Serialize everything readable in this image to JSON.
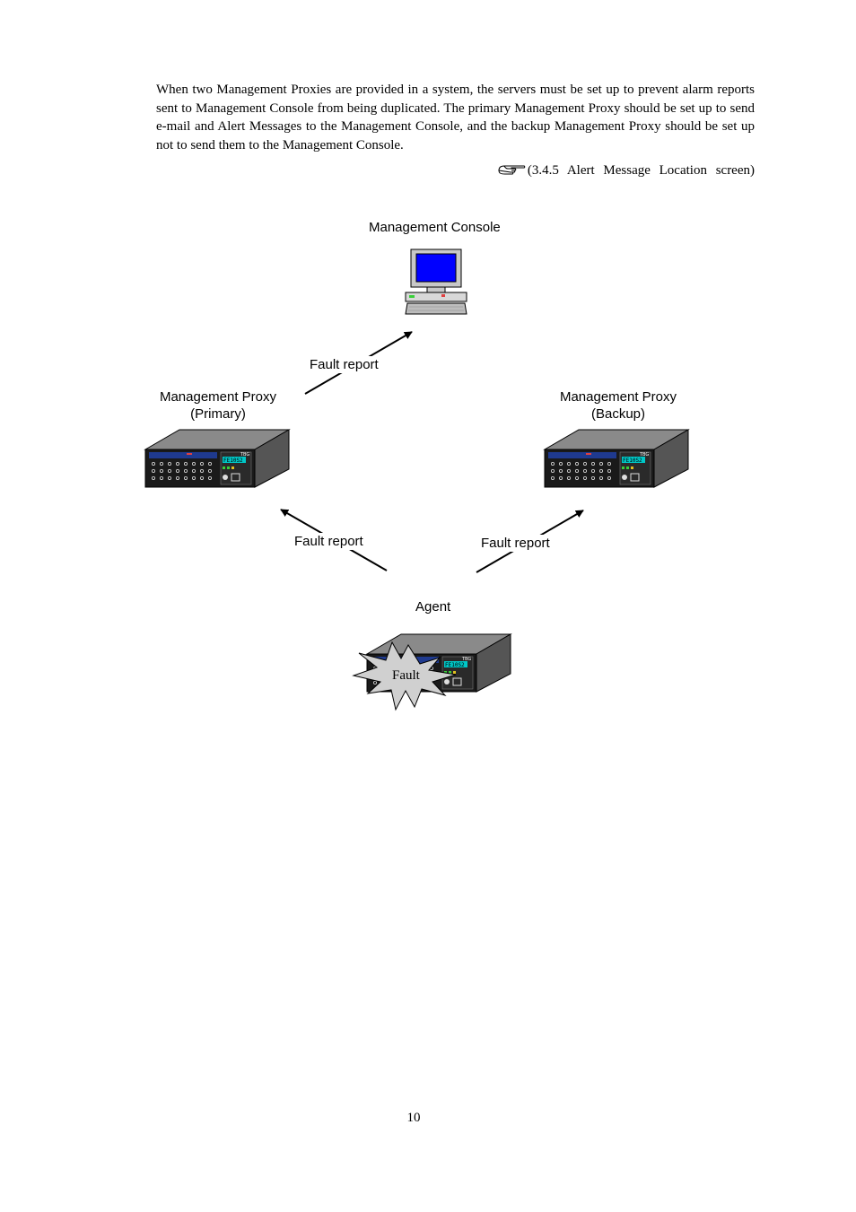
{
  "document": {
    "paragraph": "When two Management Proxies are provided in a system, the servers must be set up to prevent alarm reports sent to Management Console from being duplicated.    The primary Management Proxy should be set up to send e-mail and Alert Messages to the Management Console, and the backup Management Proxy should be set up not to send them to the Management Console.",
    "reference": "(3.4.5 Alert Message Location screen)",
    "page_number": "10"
  },
  "diagram": {
    "console_label": "Management Console",
    "primary_label_line1": "Management Proxy",
    "primary_label_line2": "(Primary)",
    "backup_label_line1": "Management Proxy",
    "backup_label_line2": "(Backup)",
    "agent_label": "Agent",
    "fault_label": "Fault",
    "arrow_label_top": "Fault report",
    "arrow_label_left": "Fault report",
    "arrow_label_right": "Fault report",
    "device_badge": "FE10S2",
    "device_brand": "TBG",
    "icons": [
      "pointing-hand-icon",
      "computer-icon",
      "server-icon",
      "starburst-icon"
    ],
    "colors": {
      "screen": "#0000ff",
      "chassis_top": "#8a8a8a",
      "chassis_side": "#5a5a5a",
      "front_panel": "#1a1a1a",
      "display": "#1f3a8f",
      "badge": "#00c8c8",
      "starburst": "#d0d0d0"
    }
  }
}
